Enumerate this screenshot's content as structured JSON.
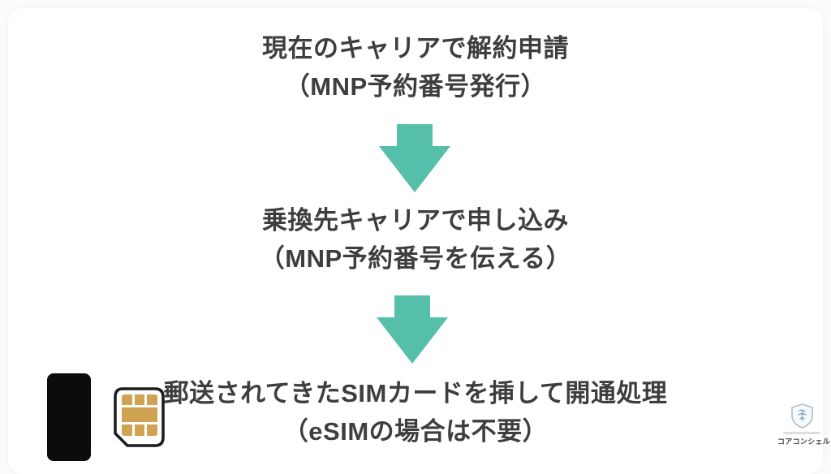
{
  "flow": {
    "steps": [
      {
        "line1": "現在のキャリアで解約申請",
        "line2": "（MNP予約番号発行）"
      },
      {
        "line1": "乗換先キャリアで申し込み",
        "line2": "（MNP予約番号を伝える）"
      },
      {
        "line1": "郵送されてきたSIMカードを挿して開通処理",
        "line2": "（eSIMの場合は不要）"
      }
    ]
  },
  "icons": {
    "arrow_down": "down-block-arrow-icon",
    "phone": "smartphone-icon",
    "sim": "sim-card-icon",
    "logo": "shield-logo-icon"
  },
  "logo": {
    "label": "コアコンシェル"
  },
  "colors": {
    "arrow": "#55BFA9",
    "text": "#3E3E3E",
    "phone": "#0C0C0C",
    "sim_gold": "#D0A352",
    "sim_border": "#1B1B1B",
    "logo_blue": "#7FA9C9"
  }
}
